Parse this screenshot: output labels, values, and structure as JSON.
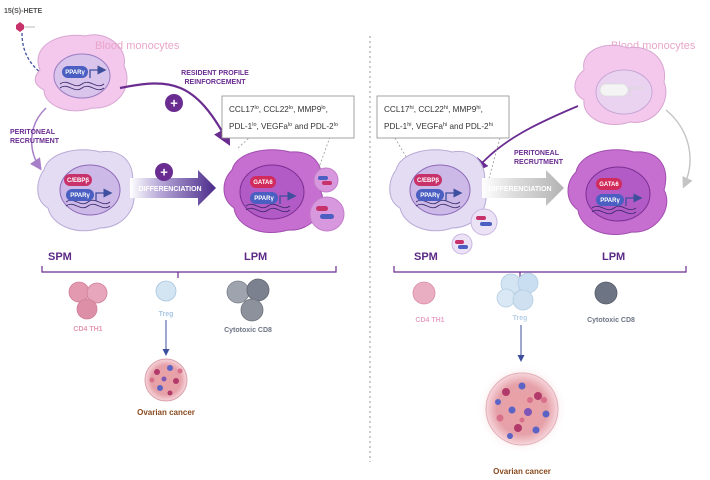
{
  "colors": {
    "purple_dark": "#5b2a86",
    "purple_mid": "#8e44ad",
    "pink_text": "#e8a6c9",
    "lpm_fill": "#c76fd1",
    "spm_fill": "#e4dcf3",
    "monocyte_fill": "#f3c8ec",
    "ppar_blue": "#4a5fc1",
    "cebp_red": "#c8326b",
    "gata_red": "#d12b5c",
    "cd4_pink": "#e39ab1",
    "treg_blue": "#b9d4ea",
    "cd8_gray": "#6d7484",
    "arrow_gray": "#bdbdbd"
  },
  "lipid_label": "15(S)-HETE",
  "left": {
    "monocyte_title": "Blood monocytes",
    "monocyte_receptor": "PPARγ",
    "resident_label_1": "RESIDENT PROFILE",
    "resident_label_2": "REINFORCEMENT",
    "plus_sign": "+",
    "peritoneal_label_1": "PERITONEAL",
    "peritoneal_label_2": "RECRUTMENT",
    "diff_label": "DIFFERENCIATION",
    "spm_cebp": "C/EBPβ",
    "spm_ppar": "PPARγ",
    "lpm_gata": "GATA6",
    "lpm_ppar": "PPARγ",
    "cytokine_lines": [
      {
        "a": "CCL17",
        "as": "lo",
        "b": ", CCL22",
        "bs": "lo",
        "c": ", MMP9",
        "cs": "lo",
        "d": ",",
        "ds": "",
        "e": "",
        "es": ""
      },
      {
        "a": "PDL-1",
        "as": "lo",
        "b": ", VEGFa",
        "bs": "lo",
        "c": " and PDL-2",
        "cs": "lo",
        "d": "",
        "ds": "",
        "e": "",
        "es": ""
      }
    ],
    "spm_label": "SPM",
    "lpm_label": "LPM",
    "cd4_label": "CD4 TH1",
    "treg_label": "Treg",
    "cd8_label": "Cytotoxic CD8",
    "tumor_label": "Ovarian cancer"
  },
  "right": {
    "monocyte_title": "Blood monocytes",
    "peritoneal_label_1": "PERITONEAL",
    "peritoneal_label_2": "RECRUTMENT",
    "diff_label": "DIFFERENCIATION",
    "spm_cebp": "C/EBPβ",
    "spm_ppar": "PPARγ",
    "lpm_gata": "GATA6",
    "lpm_ppar": "PPARγ",
    "cytokine_lines": [
      {
        "a": "CCL17",
        "as": "hi",
        "b": ", CCL22",
        "bs": "hi",
        "c": ", MMP9",
        "cs": "hi",
        "d": ",",
        "ds": "",
        "e": "",
        "es": ""
      },
      {
        "a": "PDL-1",
        "as": "hi",
        "b": ", VEGFa",
        "bs": "hi",
        "c": " and PDL-2",
        "cs": "hi",
        "d": "",
        "ds": "",
        "e": "",
        "es": ""
      }
    ],
    "spm_label": "SPM",
    "lpm_label": "LPM",
    "cd4_label": "CD4 TH1",
    "treg_label": "Treg",
    "cd8_label": "Cytotoxic CD8",
    "tumor_label": "Ovarian cancer"
  }
}
